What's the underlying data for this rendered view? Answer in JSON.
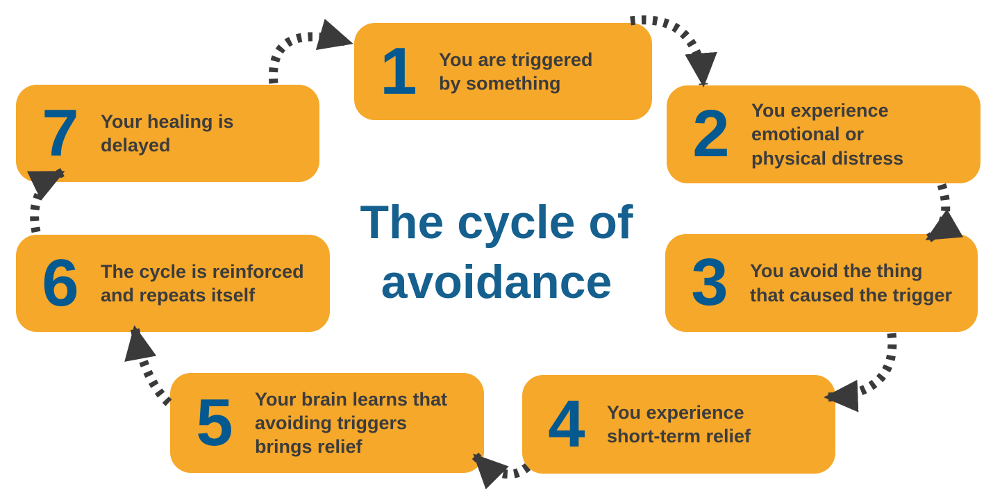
{
  "title": {
    "text": "The cycle of\navoidance"
  },
  "steps": [
    {
      "number": "1",
      "text": "You are triggered\nby something"
    },
    {
      "number": "2",
      "text": "You experience\nemotional or\nphysical distress"
    },
    {
      "number": "3",
      "text": "You avoid the thing\nthat caused the trigger"
    },
    {
      "number": "4",
      "text": "You experience\nshort-term relief"
    },
    {
      "number": "5",
      "text": "Your brain learns that\navoiding triggers\nbrings relief"
    },
    {
      "number": "6",
      "text": "The cycle is reinforced\nand repeats itself"
    },
    {
      "number": "7",
      "text": "Your healing is\ndelayed"
    }
  ],
  "arrows": {
    "style": "dashed-arc-with-solid-head",
    "sequence": [
      "1-to-2",
      "2-to-3",
      "3-to-4",
      "4-to-5",
      "5-to-6",
      "6-to-7",
      "7-to-1"
    ]
  },
  "colors": {
    "box_orange": "#F6A82A",
    "number_blue": "#045990",
    "title_blue": "#15608F",
    "text_gray": "#3C3C3C",
    "arrow_gray": "#3A3A3A",
    "background": "#FFFFFF"
  }
}
